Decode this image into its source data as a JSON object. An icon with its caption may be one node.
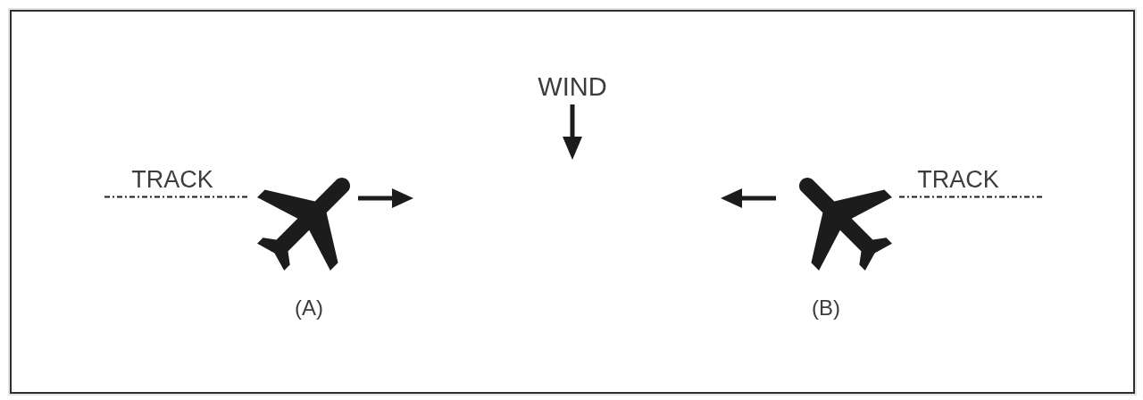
{
  "diagram": {
    "labels": [
      "WIND",
      "TRACK",
      "TRACK",
      "(A)",
      "(B)"
    ]
  }
}
